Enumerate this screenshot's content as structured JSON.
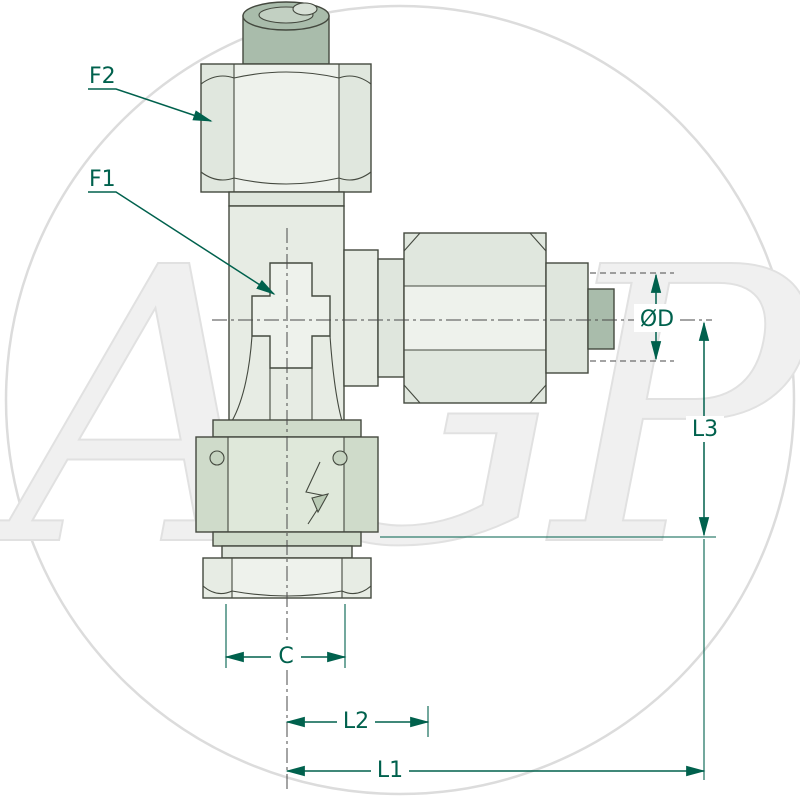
{
  "watermark": {
    "text": "AGP"
  },
  "labels": {
    "f2": "F2",
    "f1": "F1",
    "od": "ØD",
    "l3": "L3",
    "c": "C",
    "l2": "L2",
    "l1": "L1"
  },
  "colors": {
    "dimension": "#00614d",
    "outline": "#44493f",
    "body_fill": "#e7ece4",
    "tube_fill": "#a9bcab",
    "nut_fill": "#d9e3d5",
    "watermark_fill": "#f0f0f0"
  }
}
